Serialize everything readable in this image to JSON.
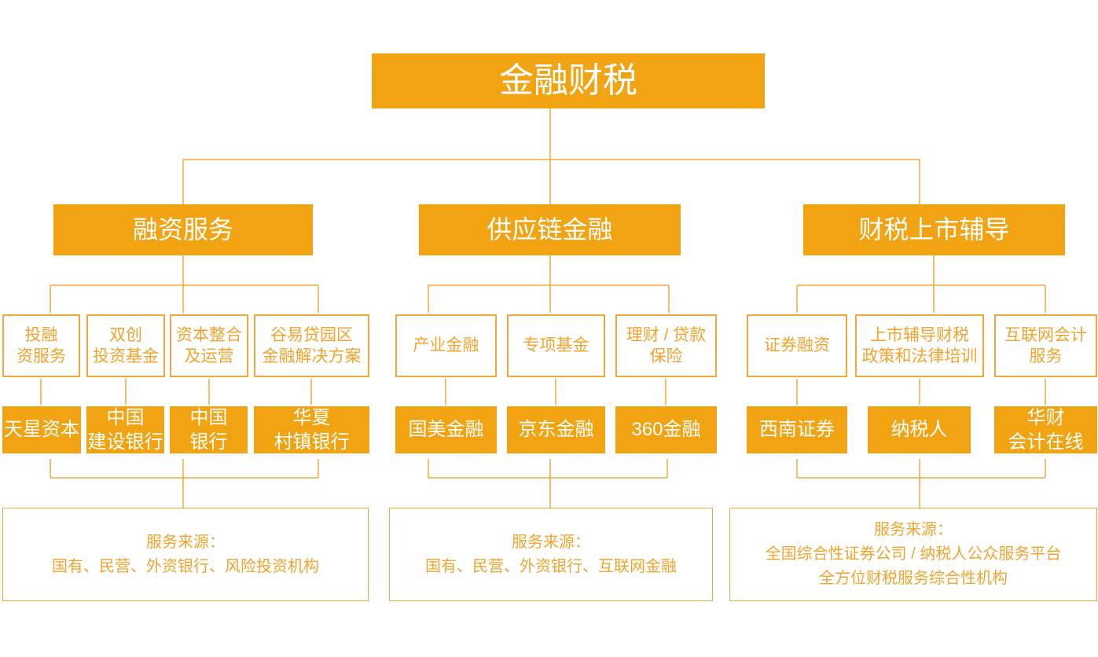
{
  "palette": {
    "box_fill": "#F2A311",
    "line_color": "#F2A73B",
    "text_orange": "#F2A42E",
    "text_on_fill": "#FFFFFF",
    "background": "#FFFFFF"
  },
  "root": {
    "label": "金融财税"
  },
  "branches": [
    {
      "label": "融资服务",
      "services": [
        "投融\n资服务",
        "双创\n投资基金",
        "资本整合\n及运营",
        "谷易贷园区\n金融解决方案"
      ],
      "providers": [
        "天星资本",
        "中国\n建设银行",
        "中国\n银行",
        "华夏\n村镇银行"
      ],
      "source": "服务来源：\n国有、民营、外资银行、风险投资机构"
    },
    {
      "label": "供应链金融",
      "services": [
        "产业金融",
        "专项基金",
        "理财 / 贷款\n保险"
      ],
      "providers": [
        "国美金融",
        "京东金融",
        "360金融"
      ],
      "source": "服务来源：\n国有、民营、外资银行、互联网金融"
    },
    {
      "label": "财税上市辅导",
      "services": [
        "证券融资",
        "上市辅导财税\n政策和法律培训",
        "互联网会计\n服务"
      ],
      "providers": [
        "西南证券",
        "纳税人",
        "华财\n会计在线"
      ],
      "source": "服务来源：\n全国综合性证券公司 / 纳税人公众服务平台\n全方位财税服务综合性机构"
    }
  ]
}
